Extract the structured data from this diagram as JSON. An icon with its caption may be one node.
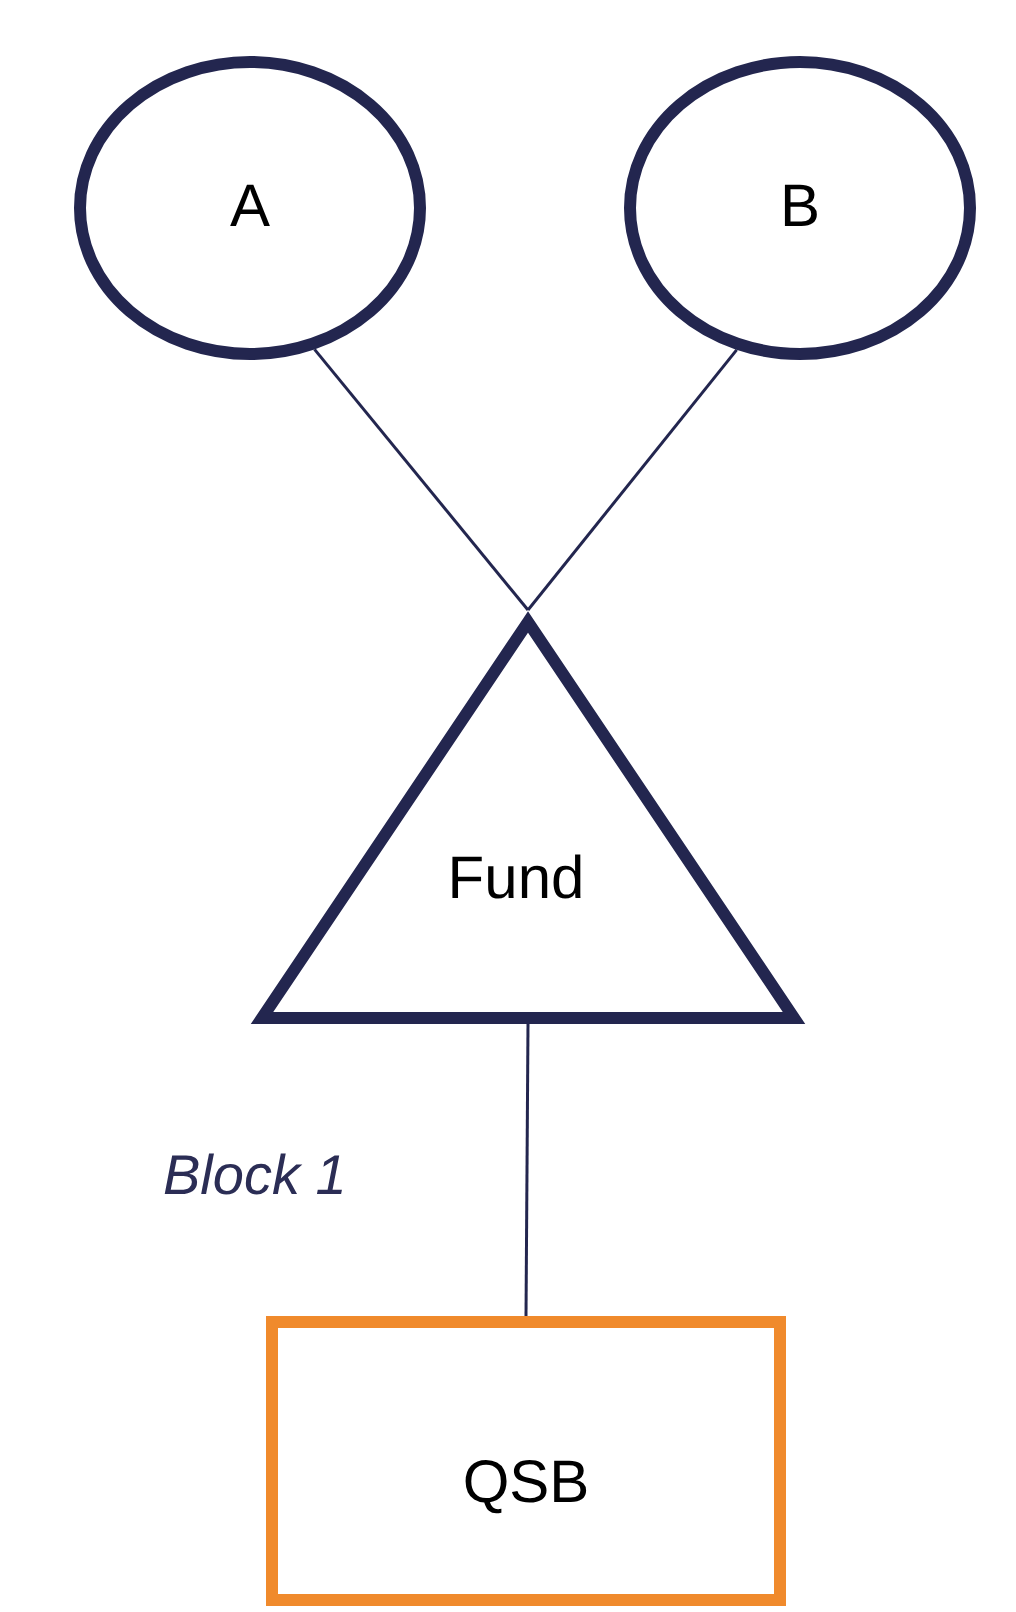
{
  "diagram": {
    "nodes": [
      {
        "text": [
          "A"
        ]
      },
      {
        "text": [
          "B"
        ]
      },
      {
        "text": [
          "Fund"
        ]
      },
      {
        "text": [
          "QSB"
        ]
      }
    ],
    "edges": [
      {
        "from": 0,
        "to": 2,
        "arrow": "none"
      },
      {
        "from": 1,
        "to": 2,
        "arrow": "none"
      },
      {
        "from": 2,
        "to": 3,
        "arrow": "none",
        "label": "Block 1"
      }
    ]
  }
}
